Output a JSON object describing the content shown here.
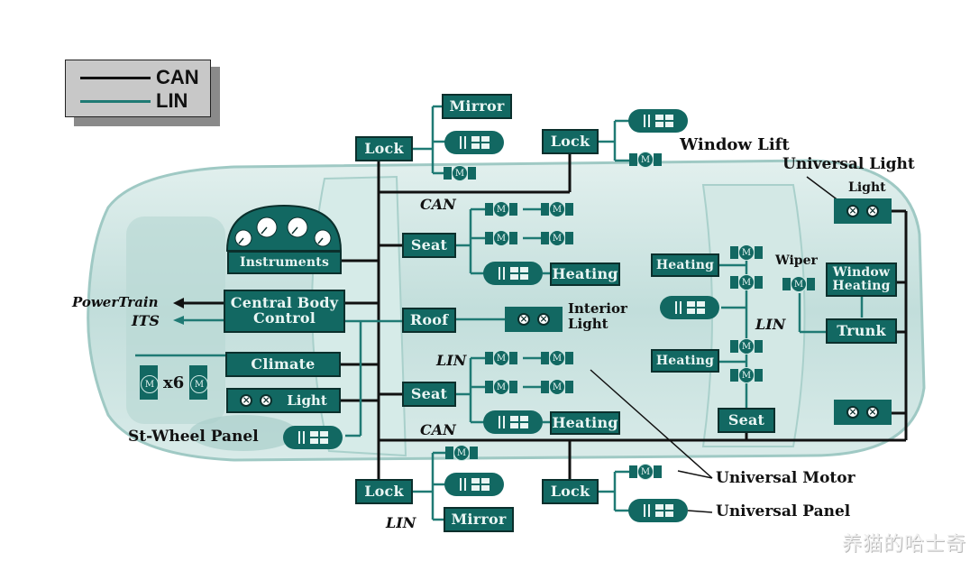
{
  "title": "In-vehicle CAN / LIN network topology",
  "legend": {
    "items": [
      {
        "label": "CAN",
        "color": "#111111"
      },
      {
        "label": "LIN",
        "color": "#1f7a74"
      }
    ]
  },
  "colors": {
    "module_fill": "#126862",
    "module_text": "#e9f5f3",
    "can_line": "#111111",
    "lin_line": "#1f7a74",
    "car_body": "#cfe6e3"
  },
  "front": {
    "instruments": "Instruments",
    "central_body_control": "Central Body Control",
    "climate": "Climate",
    "light": "Light",
    "motor_count": "x6",
    "st_wheel_panel": "St-Wheel Panel",
    "powertrain": "PowerTrain",
    "its": "ITS"
  },
  "middle": {
    "lock_top": "Lock",
    "mirror_top": "Mirror",
    "seat_front": "Seat",
    "heating_front": "Heating",
    "roof": "Roof",
    "interior_light": "Interior Light",
    "seat_rear": "Seat",
    "heating_rear": "Heating",
    "lock_bottom": "Lock",
    "mirror_bottom": "Mirror"
  },
  "rear": {
    "lock_top": "Lock",
    "window_lift": "Window Lift",
    "universal_light": "Universal Light",
    "light": "Light",
    "heating_1": "Heating",
    "heating_2": "Heating",
    "seat": "Seat",
    "wiper": "Wiper",
    "window_heating": "Window Heating",
    "trunk": "Trunk",
    "lock_bottom": "Lock",
    "universal_motor": "Universal Motor",
    "universal_panel": "Universal Panel"
  },
  "bus_labels": {
    "can_top": "CAN",
    "lin_mid": "LIN",
    "can_bottom": "CAN",
    "lin_rear": "LIN",
    "lin_bottom": "LIN"
  },
  "motor_glyph": "M",
  "watermark": "养猫的哈士奇"
}
